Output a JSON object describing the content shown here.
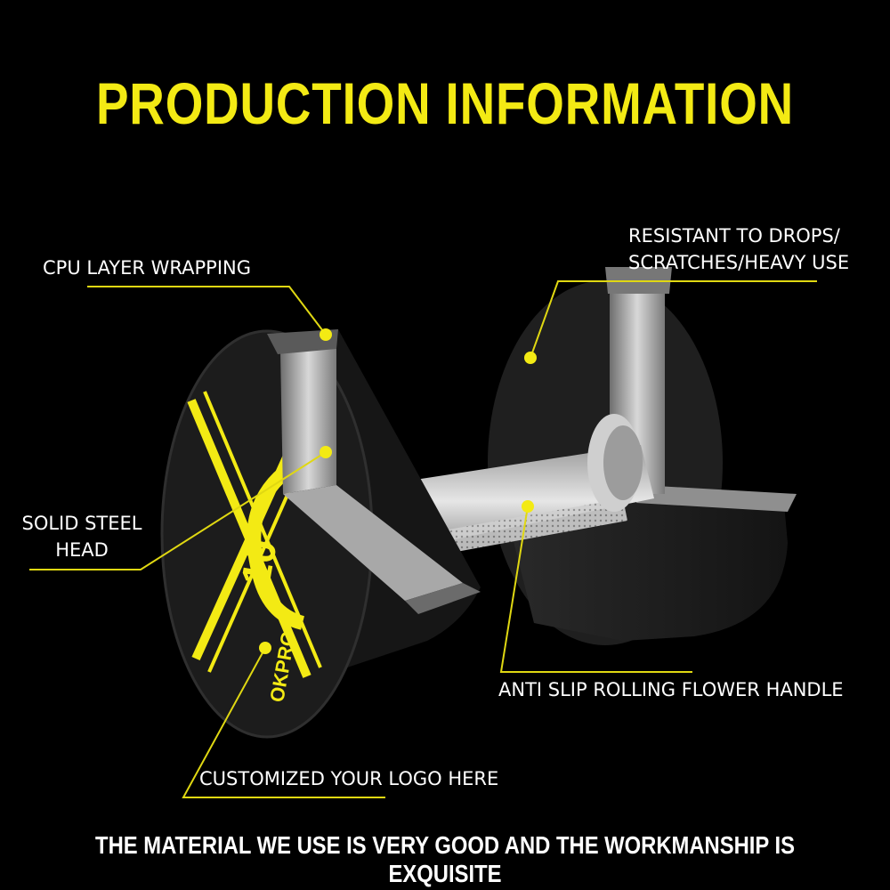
{
  "title": "PRODUCTION INFORMATION",
  "labels": {
    "cpu_layer": "CPU LAYER WRAPPING",
    "resistant_line1": "RESISTANT TO DROPS/",
    "resistant_line2": "SCRATCHES/HEAVY USE",
    "solid_steel_line1": "SOLID STEEL",
    "solid_steel_line2": "HEAD",
    "anti_slip": "ANTI SLIP ROLLING FLOWER HANDLE",
    "custom_logo": "CUSTOMIZED YOUR LOGO HERE"
  },
  "product": {
    "plate_brand": "OKPRO",
    "plate_number": "10"
  },
  "footer": "THE MATERIAL WE USE IS VERY GOOD AND THE WORKMANSHIP IS EXQUISITE",
  "colors": {
    "background": "#000000",
    "accent_yellow": "#f3ea14",
    "text": "#ffffff",
    "rubber": "#1b1b1b",
    "steel": "#b8b8b8"
  }
}
